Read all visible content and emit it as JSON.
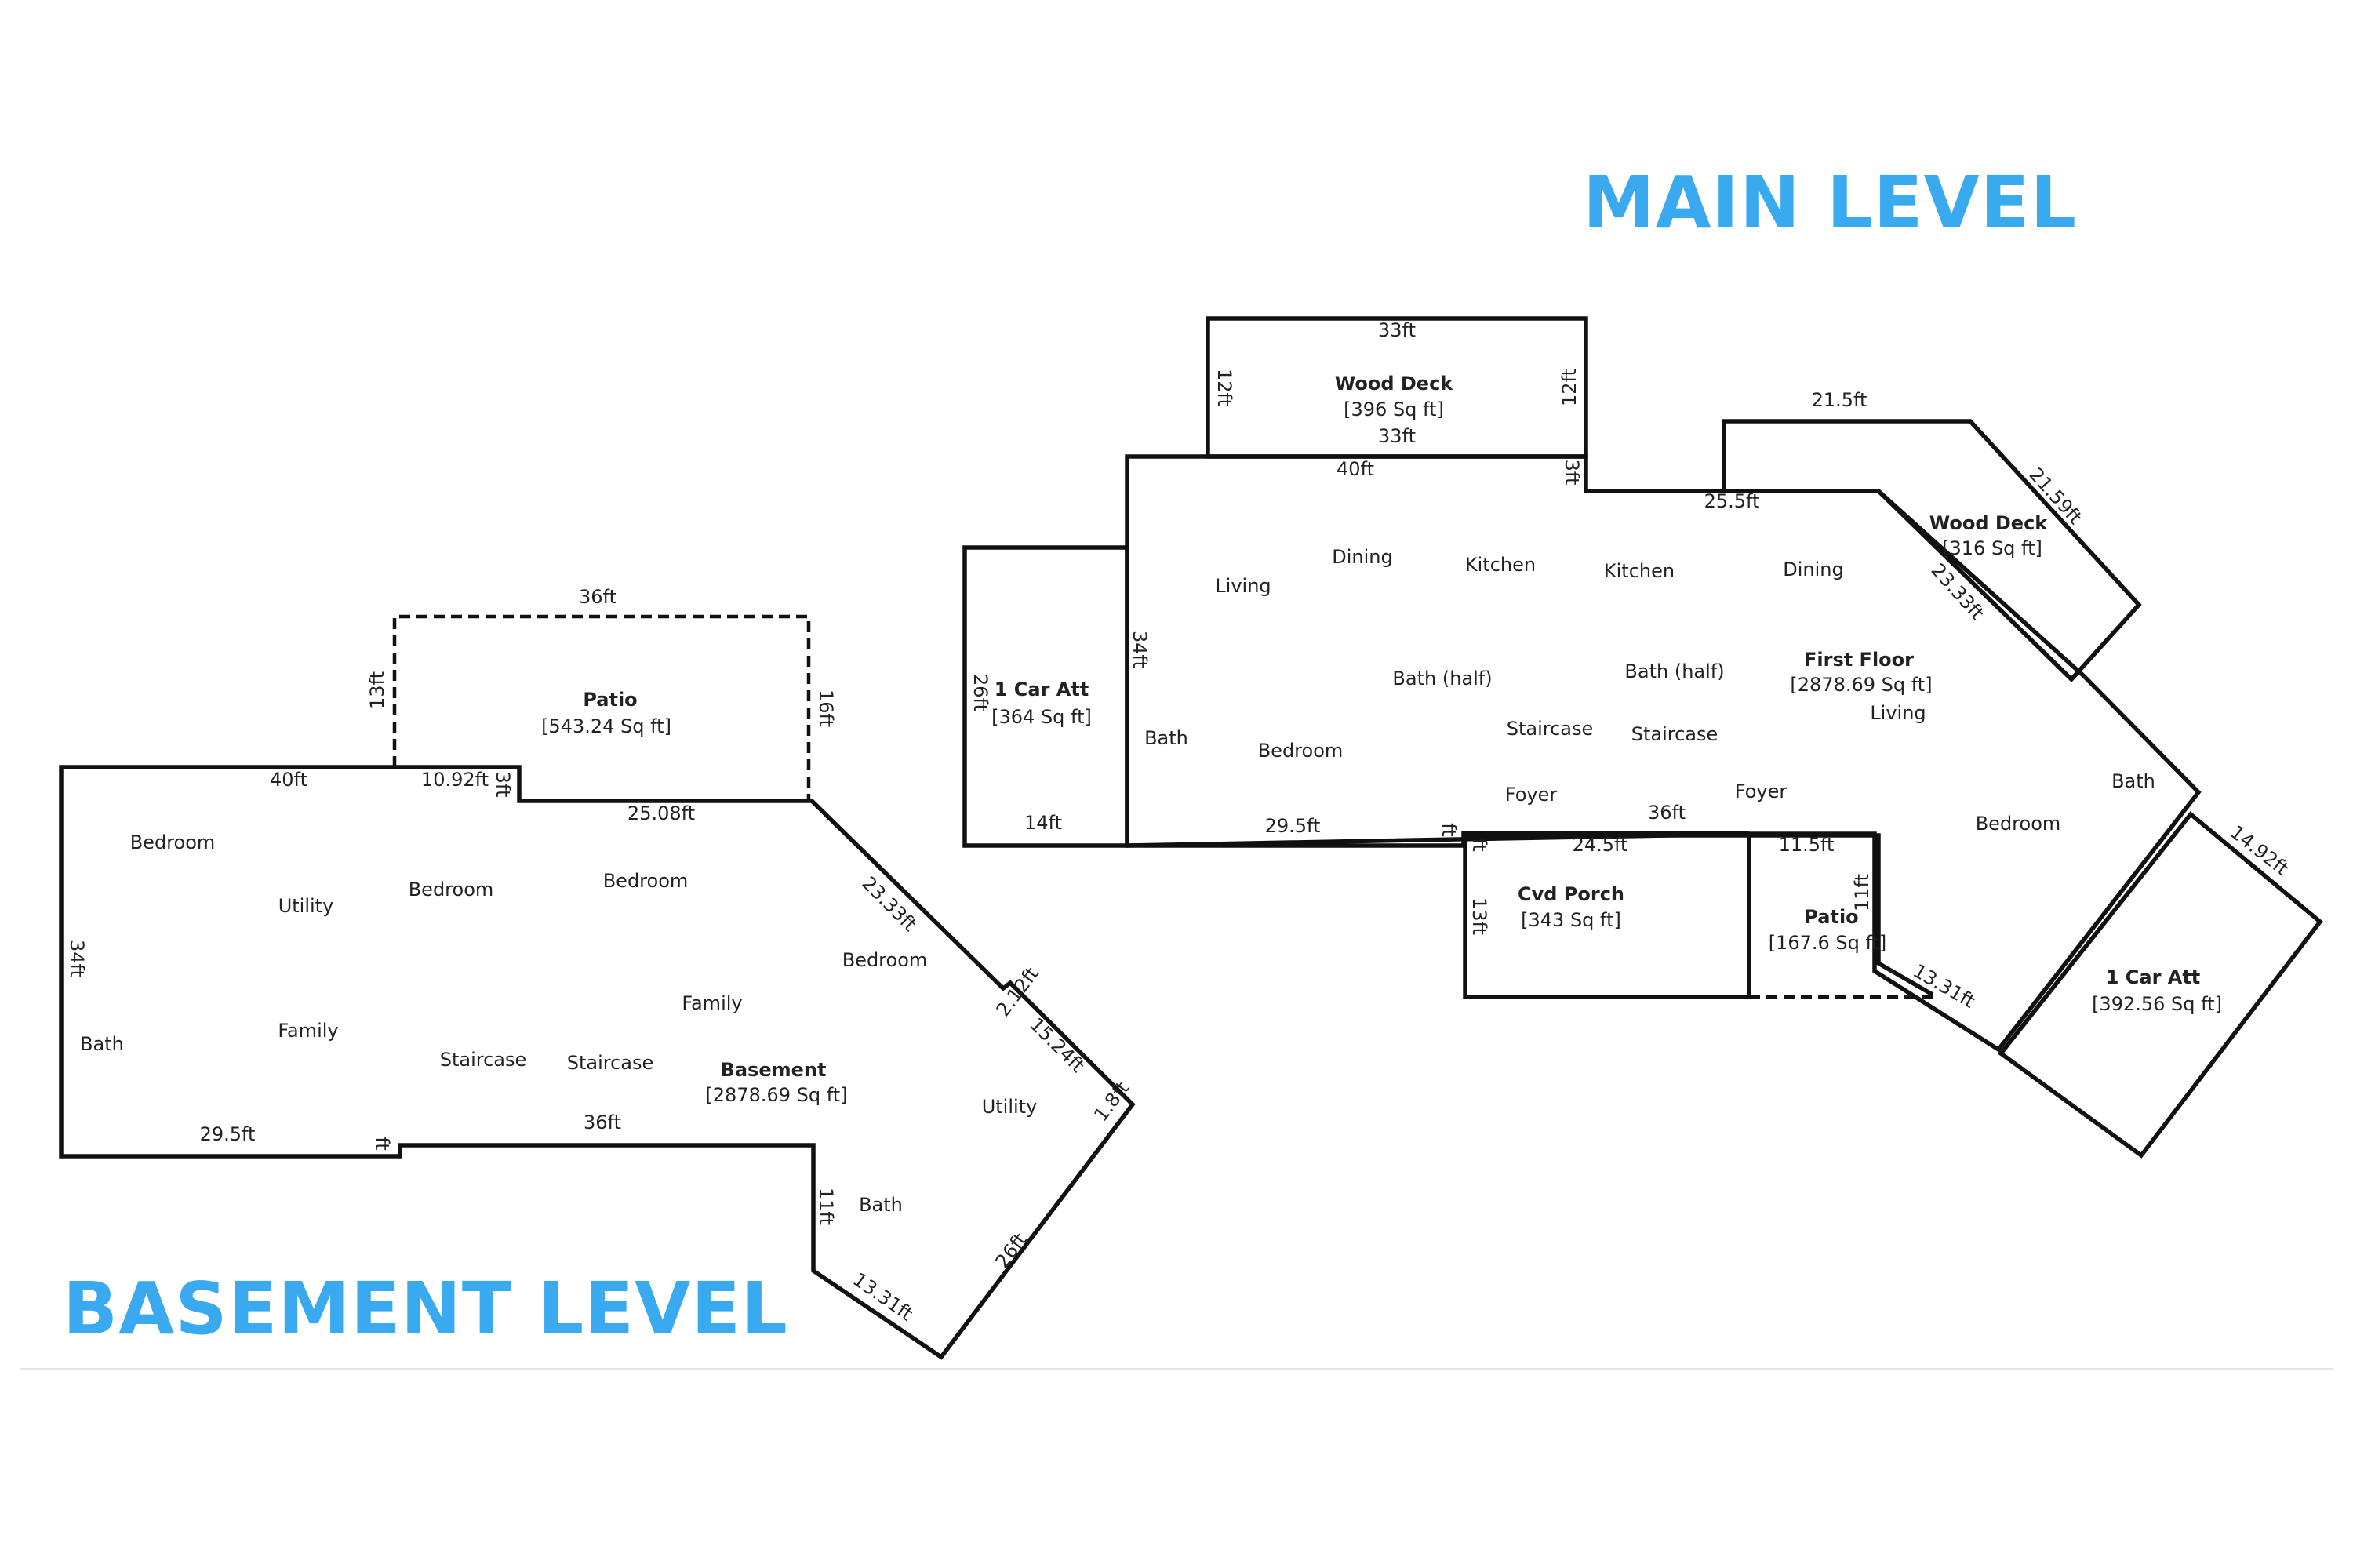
{
  "headings": {
    "main": "MAIN LEVEL",
    "basement": "BASEMENT LEVEL"
  },
  "colors": {
    "heading": "#3aaaf0",
    "walls": "#111111"
  },
  "main_level": {
    "wood_deck_top": {
      "name": "Wood Deck",
      "area": "[396 Sq ft]",
      "dims": [
        "33ft",
        "33ft",
        "12ft",
        "12ft"
      ]
    },
    "car_att_left": {
      "name": "1 Car Att",
      "area": "[364 Sq ft]",
      "dims": [
        "26ft",
        "14ft"
      ]
    },
    "wood_deck_right": {
      "name": "Wood Deck",
      "area": "[316 Sq ft]",
      "dims": [
        "21.5ft",
        "21.59ft"
      ]
    },
    "first_floor": {
      "name": "First Floor",
      "area": "[2878.69 Sq ft]",
      "dims": [
        "40ft",
        "3ft",
        "25.5ft",
        "23.33ft",
        "34ft",
        "29.5ft",
        "ft",
        "36ft"
      ]
    },
    "cvd_porch": {
      "name": "Cvd Porch",
      "area": "[343 Sq ft]",
      "dims": [
        "24.5ft",
        "13ft",
        "ft"
      ]
    },
    "patio": {
      "name": "Patio",
      "area": "[167.6 Sq ft]",
      "dims": [
        "11.5ft",
        "11ft",
        "13.31ft"
      ]
    },
    "car_att_right": {
      "name": "1 Car Att",
      "area": "[392.56 Sq ft]",
      "dims": [
        "14.92ft"
      ]
    },
    "rooms": [
      "Living",
      "Dining",
      "Kitchen",
      "Kitchen",
      "Dining",
      "Bath (half)",
      "Bath (half)",
      "Staircase",
      "Staircase",
      "Living",
      "Bath",
      "Bedroom",
      "Foyer",
      "Foyer",
      "Bath",
      "Bedroom"
    ]
  },
  "basement_level": {
    "patio": {
      "name": "Patio",
      "area": "[543.24 Sq ft]",
      "dims": [
        "36ft",
        "13ft",
        "16ft"
      ]
    },
    "basement": {
      "name": "Basement",
      "area": "[2878.69 Sq ft]",
      "dims": [
        "40ft",
        "10.92ft",
        "3ft",
        "25.08ft",
        "23.33ft",
        "34ft",
        "2.12ft",
        "15.24ft",
        "1.8ft",
        "29.5ft",
        "ft",
        "36ft",
        "11ft",
        "26ft",
        "13.31ft"
      ]
    },
    "rooms": [
      "Bedroom",
      "Utility",
      "Bedroom",
      "Bedroom",
      "Bedroom",
      "Bath",
      "Family",
      "Family",
      "Staircase",
      "Staircase",
      "Utility",
      "Bath"
    ]
  }
}
